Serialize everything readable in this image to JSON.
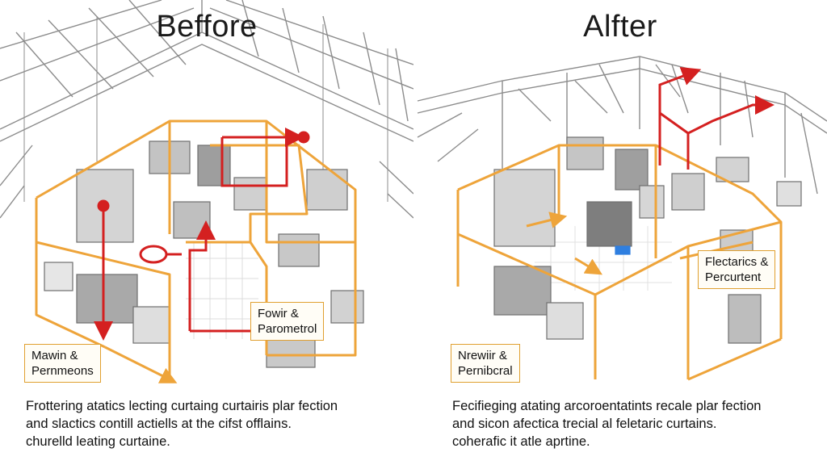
{
  "before": {
    "title": "Beffore",
    "labels": {
      "power": [
        "Fowir &",
        "Parometrol"
      ],
      "main": [
        "Mawin  &",
        "Pernmeons"
      ]
    },
    "caption": [
      "Frottering atatics lecting curtaing curtairis plar fection",
      "and slactics contill actiells at the cifst offlains.",
      "churelld leating curtaine."
    ]
  },
  "after": {
    "title": "Alfter",
    "labels": {
      "electrics": [
        "Flectarics &",
        "Percurtent"
      ],
      "main": [
        "Nrewiir &",
        "Pernibcral"
      ]
    },
    "caption": [
      "Fecifieging atating arcoroentatints recale plar fection",
      "and sicon afectica trecial al feletaric curtains.",
      "coherafic it atle aprtine."
    ]
  },
  "colors": {
    "curtain": "#eea43a",
    "flow": "#d42020",
    "structure": "#8c8c8c",
    "equipment": "#b9b9b9",
    "accent_blue": "#2f7fe0"
  }
}
